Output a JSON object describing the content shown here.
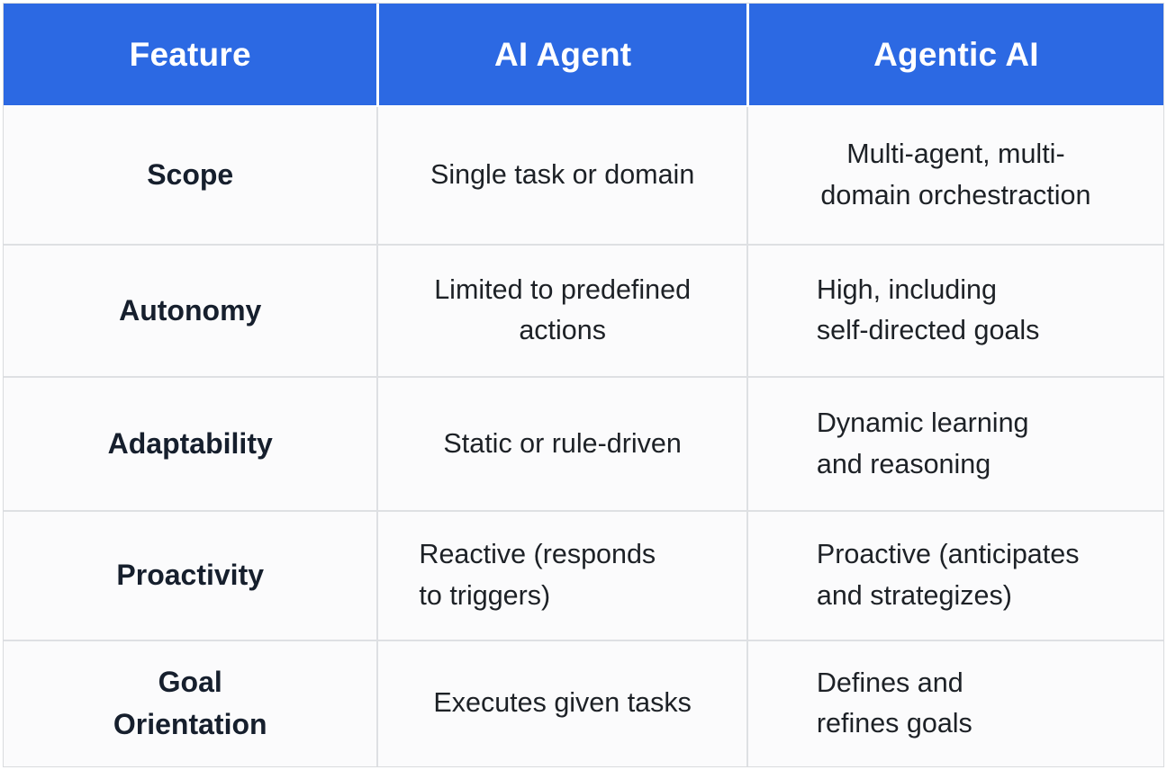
{
  "colors": {
    "header_bg": "#2c69e3",
    "header_text": "#ffffff",
    "cell_bg": "#fbfbfc",
    "grid_line": "#dee0e3",
    "feature_text": "#161f2d",
    "body_text": "#1d2126",
    "outer_border": "#d9dbde",
    "frame_bg": "#ffffff"
  },
  "chart_data": {
    "type": "table",
    "columns": [
      "Feature",
      "AI Agent",
      "Agentic AI"
    ],
    "rows": [
      [
        "Scope",
        "Single task or domain",
        "Multi-agent, multi-\ndomain orchestraction"
      ],
      [
        "Autonomy",
        "Limited to predefined\nactions",
        "High, including\nself-directed goals"
      ],
      [
        "Adaptability",
        "Static or rule-driven",
        "Dynamic learning\nand reasoning"
      ],
      [
        "Proactivity",
        "Reactive (responds\nto triggers)",
        "Proactive (anticipates\nand strategizes)"
      ],
      [
        "Goal\nOrientation",
        "Executes given tasks",
        "Defines and\nrefines goals"
      ]
    ],
    "layout_hints": {
      "header_position": "top",
      "grid": "on"
    }
  }
}
